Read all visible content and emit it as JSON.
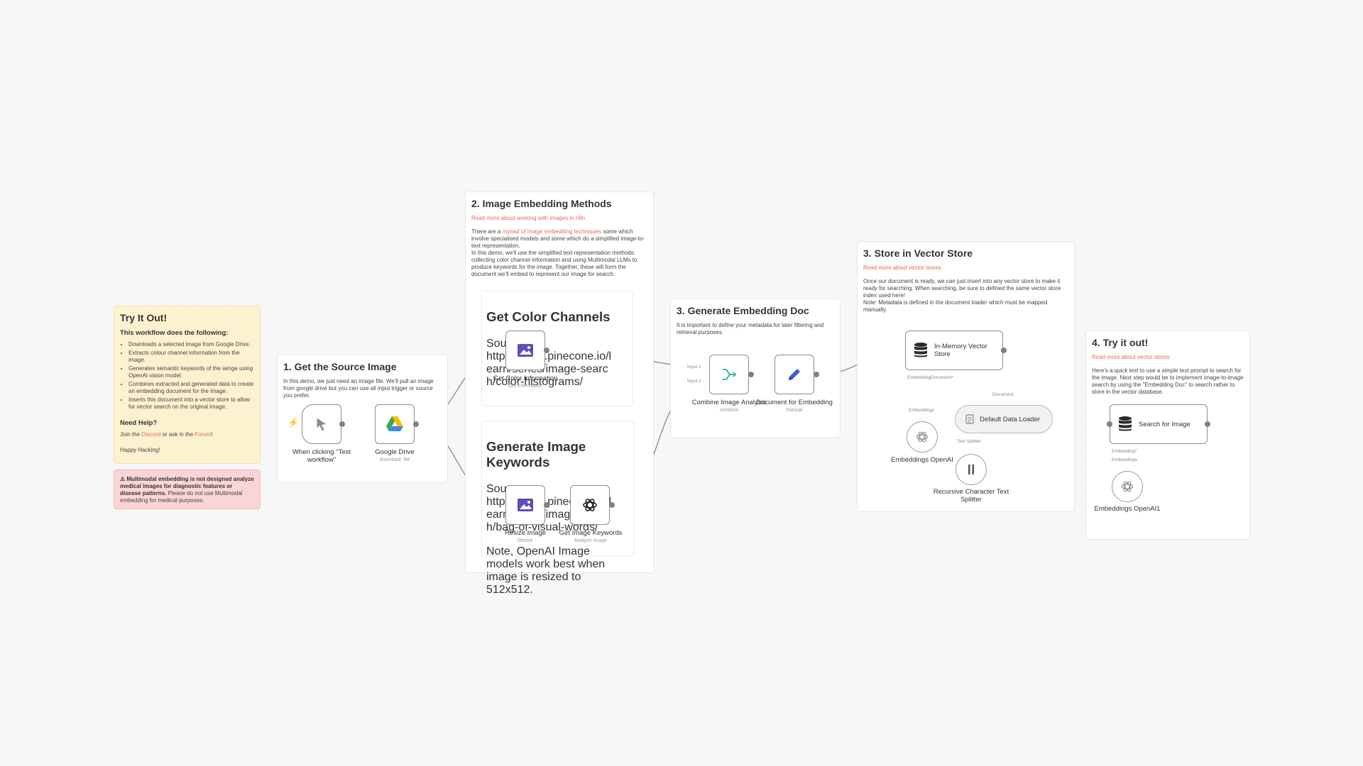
{
  "try_note": {
    "title": "Try It Out!",
    "intro": "This workflow does the following:",
    "items": [
      "Downloads a selected image from Google Drive.",
      "Extracts colour channel information from the image.",
      "Generates semantic keywords of the iamge using OpenAI vision model.",
      "Combines extracted and generated data to create an embedding document for the image.",
      "Inserts this document into a vector store to allow for vector search on the original image."
    ],
    "help_title": "Need Help?",
    "help_pre": "Join the ",
    "help_discord": "Discord",
    "help_mid": " or ask in the ",
    "help_forum": "Forum",
    "help_post": "!",
    "happy": "Happy Hacking!"
  },
  "warn_note": {
    "bold": "⚠ Multimodal embedding is not designed analyze medical images for diagnostic features or disease patterns.",
    "text": " Please do not use Multimodal embedding for medical purposes."
  },
  "section1": {
    "title": "1. Get the Source Image",
    "text": "In this demo, we just need an image file. We'll pull an image from google drive but you can use all input trigger or source you prefer."
  },
  "section2": {
    "title": "2. Image Embedding Methods",
    "link": "Read more about working with images in n8n",
    "text_pre": "There are a ",
    "text_link": "myriad of image embedding techniques",
    "text_post": " some which involve specialised models and some which do a simplified image-to-text representation.",
    "text2": "In this demo, we'll use the simplified text representation methods: collecting color channel information and using Multimodal LLMs to produce keywords for the image. Together, these will form the document we'll embed to represent our image for search.",
    "color_box": {
      "title": "Get Color Channels",
      "source_label": "Source:",
      "source_url": "https://www.pinecone.io/learn/series/image-search/color-histograms/"
    },
    "keywords_box": {
      "title": "Generate Image Keywords",
      "source_label": "Source:",
      "source_url": "https://www.pinecone.io/learn/series/image-search/bag-of-visual-words/",
      "note": "Note, OpenAI Image models work best when image is resized to 512x512."
    }
  },
  "section3": {
    "title": "3. Generate Embedding Doc",
    "text": "It is important to define your metadata for later filtering and retrieval purposes."
  },
  "section4": {
    "title": "3. Store in Vector Store",
    "link": "Read more about vector stores",
    "text": "Once our document is ready, we can just insert into any vector store to make it ready for searching. When searching, be sure to defined the same vector store index used here!",
    "note": "Note: Metadata is defined in the document loader which must be mapped manually."
  },
  "section5": {
    "title": "4. Try it out!",
    "link": "Read more about vector stores",
    "text": "Here's a quick test to use a simple text prompt to search for the image. Next step would be to implement image-to-image search by using the \"Embedding Doc\" to search rather to store in the vector database."
  },
  "nodes": {
    "trigger": {
      "label": "When clicking \"Test workflow\""
    },
    "gdrive": {
      "label": "Google Drive",
      "sub": "download: file"
    },
    "color_info": {
      "label": "Get Color Information",
      "sub": "Get Information"
    },
    "resize": {
      "label": "Resize Image",
      "sub": "Resize"
    },
    "keywords": {
      "label": "Get Image Keywords",
      "sub": "Analyze Image"
    },
    "combine": {
      "label": "Combine Image Analysis",
      "sub": "combine",
      "input1": "Input 1",
      "input2": "Input 2"
    },
    "document": {
      "label": "Document for Embedding",
      "sub": "manual"
    },
    "memstore": {
      "label": "In-Memory Vector Store",
      "port_embedding": "Embedding",
      "port_document": "Document*"
    },
    "embeddings1": {
      "label": "Embeddings OpenAI",
      "port": "Embeddings"
    },
    "loader": {
      "label": "Default Data Loader",
      "port_doc": "Document",
      "port_splitter": "Text Splitter"
    },
    "splitter": {
      "label": "Recursive Character Text Splitter"
    },
    "search": {
      "label": "Search for Image",
      "port_embedding": "Embedding*",
      "port_embeddings": "Embeddings"
    },
    "embeddings2": {
      "label": "Embeddings OpenAI1"
    }
  },
  "colors": {
    "accent": "#e06b5a",
    "wire": "#8a8a8a",
    "subwire": "#8c8fc9",
    "note_yellow": "#fdf2d0",
    "note_red": "#fbd5d5"
  }
}
